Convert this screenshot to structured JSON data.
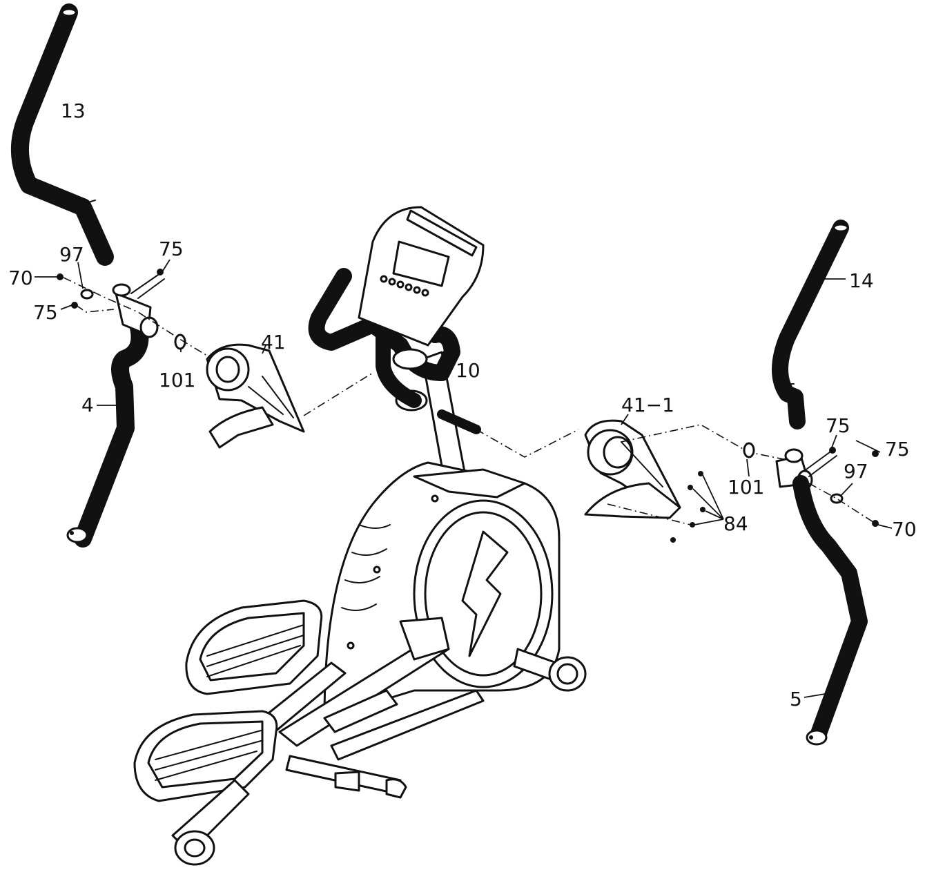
{
  "colors": {
    "ink": "#111111",
    "paper": "#ffffff"
  },
  "labels": {
    "l13": "13",
    "l14": "14",
    "l97a": "97",
    "l75a": "75",
    "l70a": "70",
    "l75b": "75",
    "l101a": "101",
    "l41": "41",
    "l4": "4",
    "l10": "10",
    "l41_1": "41−1",
    "l75c": "75",
    "l75d": "75",
    "l97b": "97",
    "l101b": "101",
    "l84": "84",
    "l70b": "70",
    "l5": "5"
  }
}
